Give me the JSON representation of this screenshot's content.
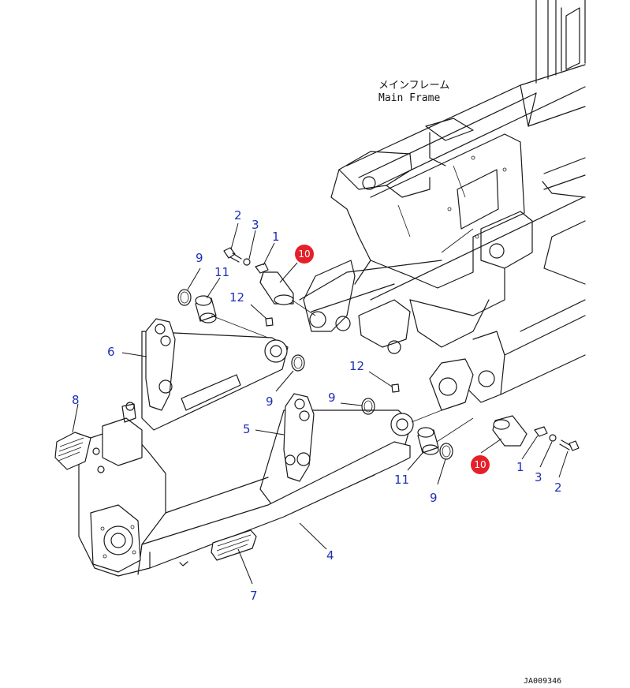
{
  "title_jp": "メインフレーム",
  "title_en": "Main Frame",
  "drawing_code": "JA009346",
  "callouts": {
    "c1a": "1",
    "c1b": "1",
    "c2a": "2",
    "c2b": "2",
    "c3a": "3",
    "c3b": "3",
    "c4": "4",
    "c5": "5",
    "c6": "6",
    "c7": "7",
    "c8": "8",
    "c9a": "9",
    "c9b": "9",
    "c9c": "9",
    "c9d": "9",
    "c11a": "11",
    "c11b": "11",
    "c12a": "12",
    "c12b": "12",
    "c10a": "10",
    "c10b": "10"
  },
  "colors": {
    "callout": "#1f2fb8",
    "badge": "#e5202a",
    "line": "#1a1a1a"
  }
}
